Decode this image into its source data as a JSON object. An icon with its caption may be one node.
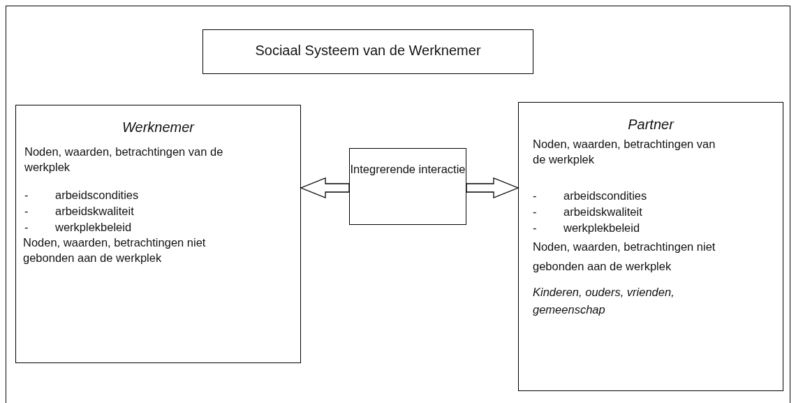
{
  "diagram": {
    "nodes": [
      {
        "text": [
          "Sociaal Systeem van de Werknemer"
        ]
      },
      {
        "text": [
          "Werknemer",
          "Noden, waarden, betrachtingen van de werkplek",
          "-",
          "arbeidscondities",
          "-",
          "arbeidskwaliteit",
          "-",
          "werkplekbeleid",
          "Noden, waarden, betrachtingen niet gebonden aan de werkplek"
        ]
      },
      {
        "text": [
          "Integrerende interactie"
        ]
      },
      {
        "text": [
          "Partner",
          "Noden, waarden, betrachtingen van de werkplek",
          "-",
          "arbeidscondities",
          "-",
          "arbeidskwaliteit",
          "-",
          "werkplekbeleid",
          "Noden, waarden, betrachtingen niet gebonden aan de werkplek",
          "Kinderen, ouders, vrienden, gemeenschap"
        ]
      }
    ],
    "edges": [
      {
        "from": 2,
        "to": 1,
        "arrow": "to"
      },
      {
        "from": 2,
        "to": 3,
        "arrow": "to"
      }
    ]
  }
}
